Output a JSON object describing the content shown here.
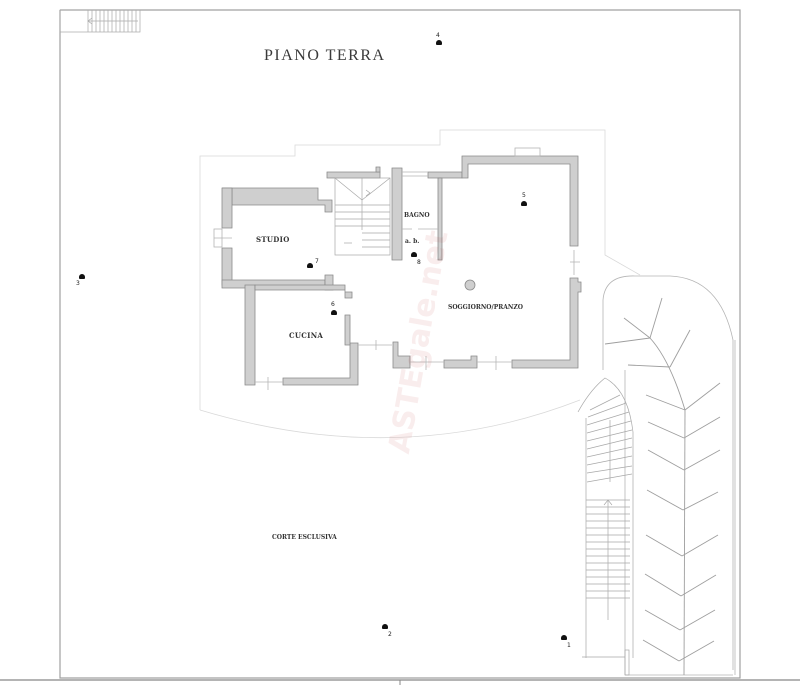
{
  "plan": {
    "title": "PIANO TERRA",
    "rooms": [
      {
        "id": "studio",
        "label": "STUDIO"
      },
      {
        "id": "bagno",
        "label": "BAGNO"
      },
      {
        "id": "bagno-ab",
        "label": "a. b."
      },
      {
        "id": "cucina",
        "label": "CUCINA"
      },
      {
        "id": "soggiorno",
        "label": "SOGGIORNO/PRANZO"
      },
      {
        "id": "corte",
        "label": "CORTE ESCLUSIVA"
      }
    ],
    "photo_points": [
      {
        "number": "1"
      },
      {
        "number": "2"
      },
      {
        "number": "3"
      },
      {
        "number": "4"
      },
      {
        "number": "5"
      },
      {
        "number": "6"
      },
      {
        "number": "7"
      },
      {
        "number": "8"
      }
    ],
    "watermark": "ASTEgale.net",
    "colors": {
      "wall_fill": "#cfcfcf",
      "wall_stroke": "#8a8a8a",
      "line": "#b5b5b5",
      "background": "#ffffff"
    }
  }
}
